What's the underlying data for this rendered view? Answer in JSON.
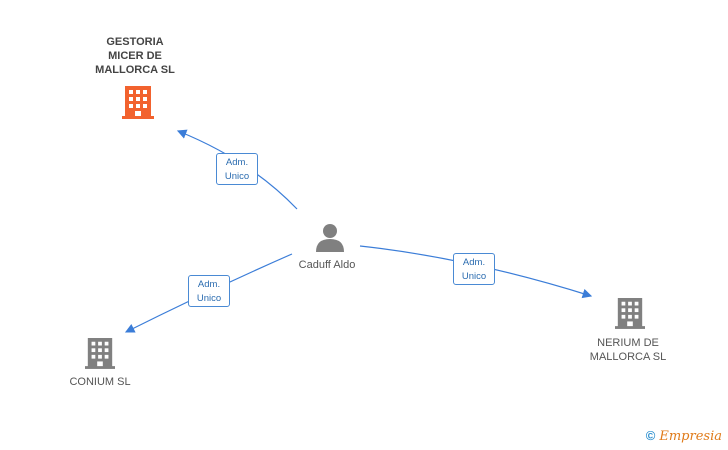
{
  "nodes": {
    "gestoria": {
      "label": "GESTORIA\nMICER DE\nMALLORCA SL",
      "color": "#f2622e"
    },
    "person": {
      "label": "Caduff Aldo",
      "color": "#808080"
    },
    "nerium": {
      "label": "NERIUM DE\nMALLORCA SL",
      "color": "#808080"
    },
    "conium": {
      "label": "CONIUM SL",
      "color": "#808080"
    }
  },
  "edges": {
    "to_gestoria": {
      "line1": "Adm.",
      "line2": "Unico"
    },
    "to_conium": {
      "line1": "Adm.",
      "line2": "Unico"
    },
    "to_nerium": {
      "line1": "Adm.",
      "line2": "Unico"
    }
  },
  "colors": {
    "edge": "#3b7dd8"
  },
  "footer": {
    "copyright": "©",
    "brand": "Empresia"
  }
}
